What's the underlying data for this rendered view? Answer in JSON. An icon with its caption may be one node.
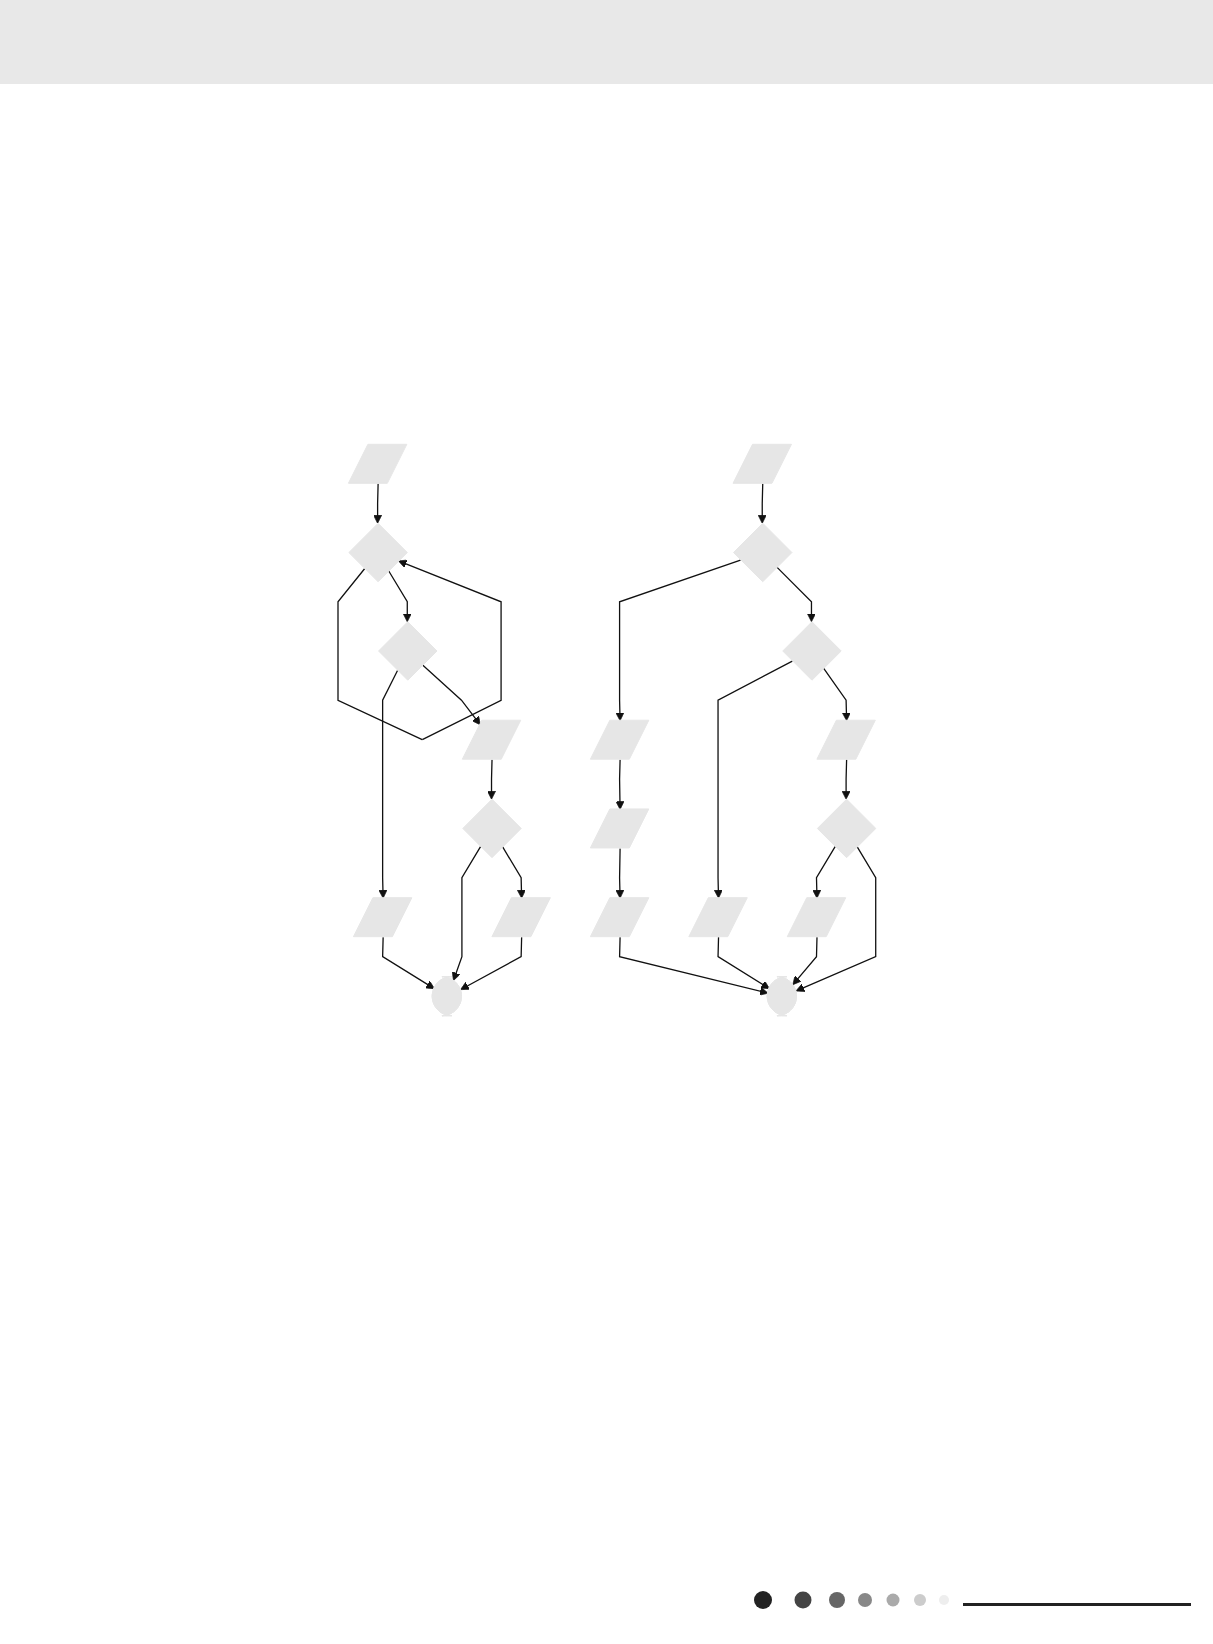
{
  "diagram": {
    "nodes": [
      {
        "text": [],
        "shape": "parallelogram"
      },
      {
        "text": [],
        "shape": "diamond"
      },
      {
        "text": [],
        "shape": "diamond"
      },
      {
        "text": [],
        "shape": "parallelogram"
      },
      {
        "text": [],
        "shape": "parallelogram"
      },
      {
        "text": [],
        "shape": "diamond"
      },
      {
        "text": [],
        "shape": "parallelogram"
      },
      {
        "text": [],
        "shape": "pill"
      },
      {
        "text": [],
        "shape": "parallelogram"
      },
      {
        "text": [],
        "shape": "diamond"
      },
      {
        "text": [],
        "shape": "parallelogram"
      },
      {
        "text": [],
        "shape": "parallelogram"
      },
      {
        "text": [],
        "shape": "diamond"
      },
      {
        "text": [],
        "shape": "parallelogram"
      },
      {
        "text": [],
        "shape": "parallelogram"
      },
      {
        "text": [],
        "shape": "parallelogram"
      },
      {
        "text": [],
        "shape": "diamond"
      },
      {
        "text": [],
        "shape": "parallelogram"
      },
      {
        "text": [],
        "shape": "pill"
      }
    ],
    "edges": [
      {
        "from": 0,
        "to": 1,
        "arrow": "to"
      },
      {
        "from": 1,
        "to": 1,
        "arrow": "to"
      },
      {
        "from": 1,
        "to": 2,
        "arrow": "to"
      },
      {
        "from": 2,
        "to": 3,
        "arrow": "to"
      },
      {
        "from": 2,
        "to": 4,
        "arrow": "to"
      },
      {
        "from": 4,
        "to": 5,
        "arrow": "to"
      },
      {
        "from": 5,
        "to": 7,
        "arrow": "to"
      },
      {
        "from": 5,
        "to": 6,
        "arrow": "to"
      },
      {
        "from": 3,
        "to": 7,
        "arrow": "to"
      },
      {
        "from": 6,
        "to": 7,
        "arrow": "to"
      },
      {
        "from": 8,
        "to": 9,
        "arrow": "to"
      },
      {
        "from": 9,
        "to": 10,
        "arrow": "to"
      },
      {
        "from": 10,
        "to": 11,
        "arrow": "to"
      },
      {
        "from": 11,
        "to": 14,
        "arrow": "to"
      },
      {
        "from": 9,
        "to": 12,
        "arrow": "to"
      },
      {
        "from": 12,
        "to": 13,
        "arrow": "to"
      },
      {
        "from": 12,
        "to": 15,
        "arrow": "to"
      },
      {
        "from": 15,
        "to": 16,
        "arrow": "to"
      },
      {
        "from": 16,
        "to": 17,
        "arrow": "to"
      },
      {
        "from": 13,
        "to": 18,
        "arrow": "to"
      },
      {
        "from": 16,
        "to": 18,
        "arrow": "to"
      },
      {
        "from": 14,
        "to": 18,
        "arrow": "to"
      },
      {
        "from": 17,
        "to": 18,
        "arrow": "to"
      }
    ]
  }
}
